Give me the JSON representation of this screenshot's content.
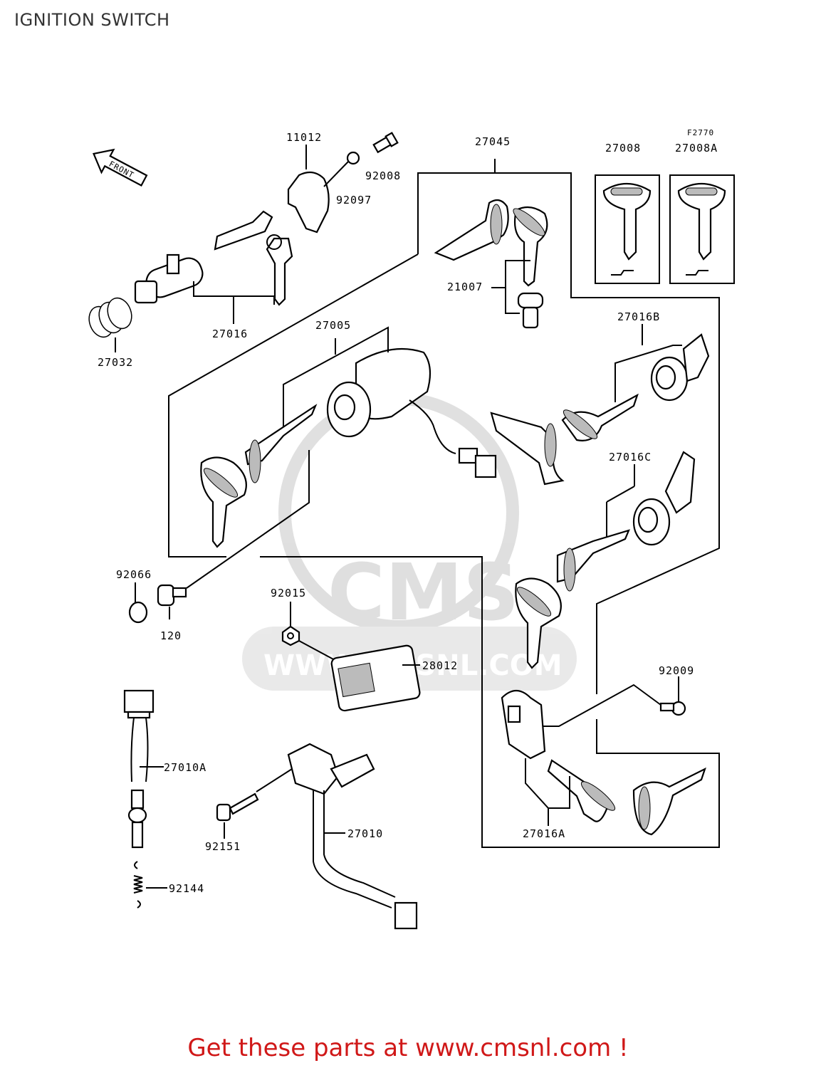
{
  "page": {
    "title": "IGNITION SWITCH",
    "diagram_code": "F2770",
    "watermark_text": "CMS",
    "watermark_url": "WWW.CMSNL.COM",
    "front_arrow_label": "FRONT",
    "footer": "Get these parts at www.cmsnl.com !"
  },
  "parts": {
    "p11012": "11012",
    "p92008": "92008",
    "p92097": "92097",
    "p27045": "27045",
    "p27008": "27008",
    "p27008A": "27008A",
    "p21007": "21007",
    "p27016": "27016",
    "p27032": "27032",
    "p27005": "27005",
    "p27016B": "27016B",
    "p27016C": "27016C",
    "p92066": "92066",
    "p120": "120",
    "p92015": "92015",
    "p28012": "28012",
    "p92009": "92009",
    "p27010A": "27010A",
    "p27010": "27010",
    "p92151": "92151",
    "p92144": "92144",
    "p27016A": "27016A"
  }
}
